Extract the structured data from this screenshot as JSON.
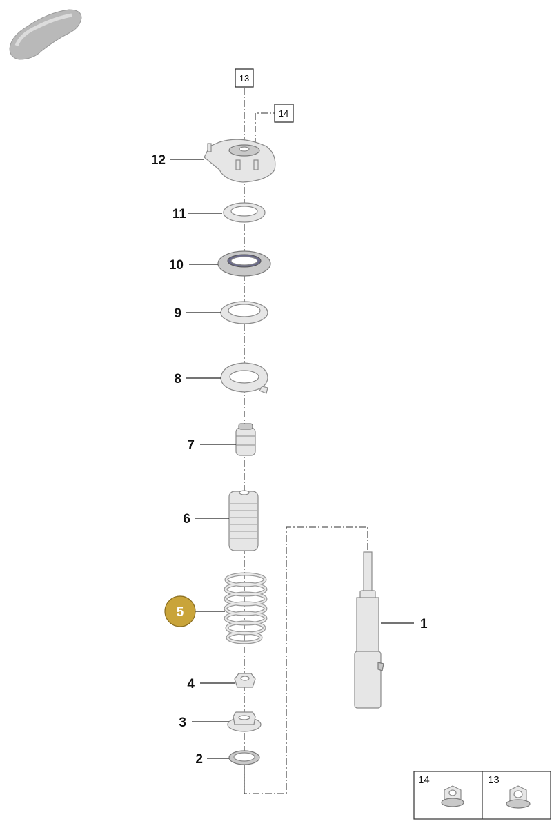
{
  "colors": {
    "highlight": "#c9a43a",
    "part_fill": "#e6e6e6",
    "outline": "#8a8a8a"
  },
  "icons": {
    "vehicle": "car-silhouette-icon"
  },
  "callouts": {
    "c1": "1",
    "c2": "2",
    "c3": "3",
    "c4": "4",
    "c5": "5",
    "c6": "6",
    "c7": "7",
    "c8": "8",
    "c9": "9",
    "c10": "10",
    "c11": "11",
    "c12": "12"
  },
  "ref_boxes": {
    "top_13": "13",
    "top_14": "14"
  },
  "legend": {
    "cell_14": "14",
    "cell_13": "13"
  }
}
